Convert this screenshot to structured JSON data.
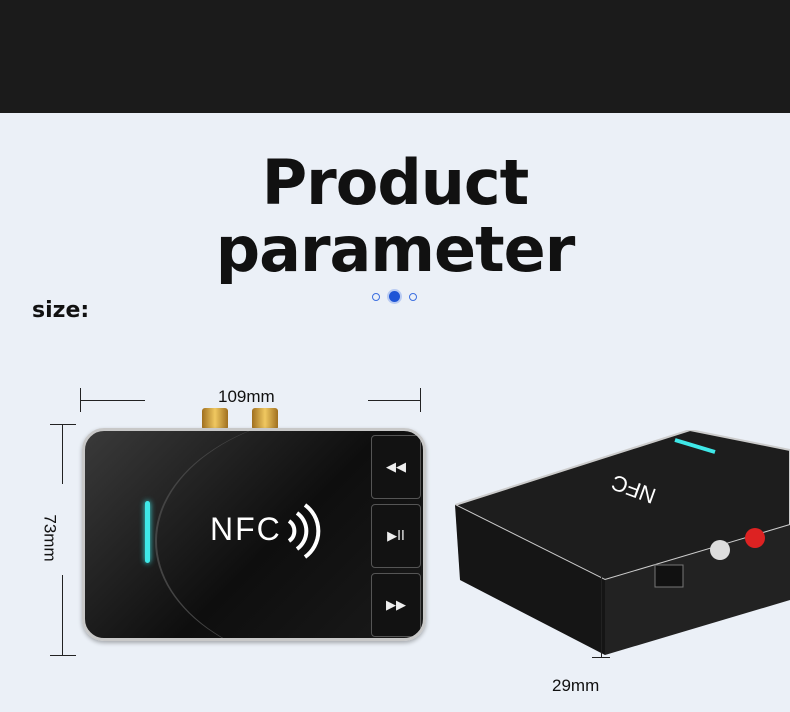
{
  "header": {
    "title_line1": "Product",
    "title_line2": "parameter"
  },
  "pager": {
    "count": 3,
    "active": 2
  },
  "section": {
    "label": "size:"
  },
  "dimensions": {
    "width": "109mm",
    "height": "73mm",
    "depth": "29mm"
  },
  "device": {
    "front_label": "NFC",
    "buttons": [
      {
        "icon": "rewind-icon",
        "glyph": "◀◀"
      },
      {
        "icon": "play-pause-icon",
        "glyph": "▶II"
      },
      {
        "icon": "fast-forward-icon",
        "glyph": "▶▶"
      }
    ],
    "accent_color": "#3fe8e8"
  }
}
